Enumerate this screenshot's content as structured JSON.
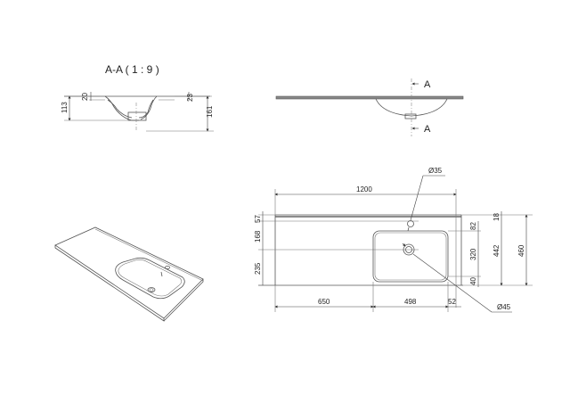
{
  "section_view": {
    "title": "A-A ( 1 : 9 )",
    "dims": {
      "rim_left": "20",
      "height_left": "113",
      "rim_right": "23",
      "height_total": "161"
    }
  },
  "side_view": {
    "cut_label_top": "A",
    "cut_label_bottom": "A"
  },
  "plan_view": {
    "dims": {
      "overall_length": "1200",
      "back_edge": "57",
      "tap_to_center": "168",
      "center_to_front": "235",
      "left_offset": "650",
      "basin_width": "498",
      "right_offset": "52",
      "back_rim": "18",
      "tap_to_basin": "82",
      "basin_depth": "320",
      "front_rim": "40",
      "inner_depth": "442",
      "overall_depth": "460",
      "tap_hole": "Ø35",
      "drain_hole": "Ø45"
    }
  }
}
